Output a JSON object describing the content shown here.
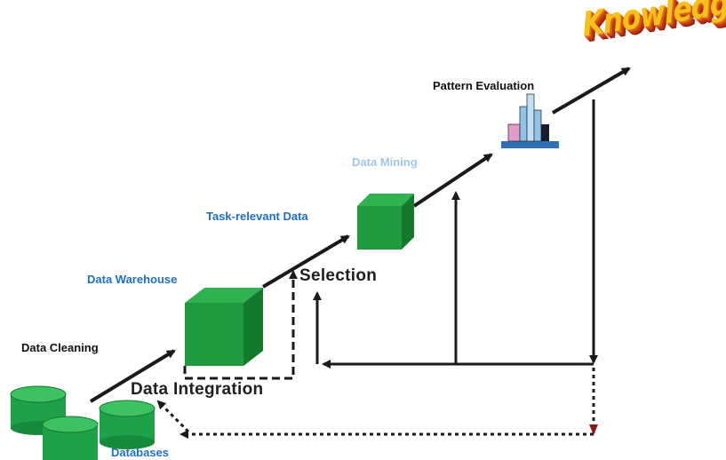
{
  "labels": {
    "data_cleaning": "Data Cleaning",
    "data_warehouse": "Data Warehouse",
    "task_relevant_data": "Task-relevant Data",
    "data_mining": "Data Mining",
    "pattern_evaluation": "Pattern Evaluation",
    "selection": "Selection",
    "data_integration": "Data Integration",
    "databases": "Databases",
    "knowledge": "Knowledge"
  },
  "colors": {
    "cube_front": "#1f9a3e",
    "cube_top": "#2fb34f",
    "cube_side": "#137a2c",
    "database": "#1fa14a",
    "arrow": "#1a1a1a",
    "blue_label": "#1f6fc2",
    "pale_label": "#9fc6e6",
    "knowledge_face": "#f6c21a",
    "knowledge_depth": "#c53a14"
  },
  "icons": [
    "arrow-icon",
    "database-icon",
    "cube-icon",
    "histogram-icon"
  ]
}
